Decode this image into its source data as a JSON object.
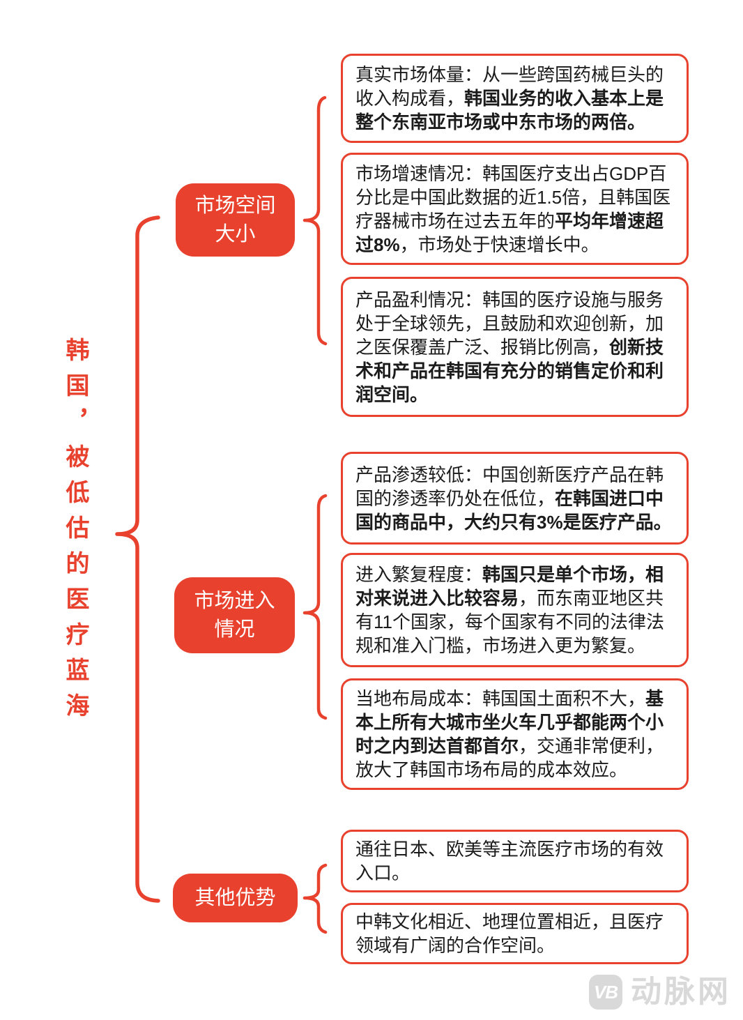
{
  "title": {
    "text": "韩国，被低估的医疗蓝海"
  },
  "colors": {
    "accent_red": "#E8422E",
    "text_dark": "#1B1B1B",
    "node_text": "#FFFFFF",
    "watermark_gray": "#D9D9D9"
  },
  "branches": [
    {
      "node_label": "市场空间\n大小",
      "boxes": [
        {
          "segments": [
            {
              "text": "真实市场体量：从一些跨国药械巨头的收入构成看，",
              "bold": false
            },
            {
              "text": "韩国业务的收入基本上是整个东南亚市场或中东市场的两倍。",
              "bold": true
            }
          ]
        },
        {
          "segments": [
            {
              "text": "市场增速情况：韩国医疗支出占GDP百分比是中国此数据的近1.5倍，且韩国医疗器械市场在过去五年的",
              "bold": false
            },
            {
              "text": "平均年增速超过8%",
              "bold": true
            },
            {
              "text": "，市场处于快速增长中。",
              "bold": false
            }
          ]
        },
        {
          "segments": [
            {
              "text": "产品盈利情况：韩国的医疗设施与服务处于全球领先，且鼓励和欢迎创新，加之医保覆盖广泛、报销比例高，",
              "bold": false
            },
            {
              "text": "创新技术和产品在韩国有充分的销售定价和利润空间。",
              "bold": true
            }
          ]
        }
      ]
    },
    {
      "node_label": "市场进入\n情况",
      "boxes": [
        {
          "segments": [
            {
              "text": "产品渗透较低：中国创新医疗产品在韩国的渗透率仍处在低位，",
              "bold": false
            },
            {
              "text": "在韩国进口中国的商品中，大约只有3%是医疗产品。",
              "bold": true
            }
          ]
        },
        {
          "segments": [
            {
              "text": "进入繁复程度：",
              "bold": false
            },
            {
              "text": "韩国只是单个市场，相对来说进入比较容易",
              "bold": true
            },
            {
              "text": "，而东南亚地区共有11个国家，每个国家有不同的法律法规和准入门槛，市场进入更为繁复。",
              "bold": false
            }
          ]
        },
        {
          "segments": [
            {
              "text": "当地布局成本：韩国国土面积不大，",
              "bold": false
            },
            {
              "text": "基本上所有大城市坐火车几乎都能两个小时之内到达首都首尔",
              "bold": true
            },
            {
              "text": "，交通非常便利，放大了韩国市场布局的成本效应。",
              "bold": false
            }
          ]
        }
      ]
    },
    {
      "node_label": "其他优势",
      "boxes": [
        {
          "segments": [
            {
              "text": "通往日本、欧美等主流医疗市场的有效入口。",
              "bold": false
            }
          ]
        },
        {
          "segments": [
            {
              "text": "中韩文化相近、地理位置相近，且医疗领域有广阔的合作空间。",
              "bold": false
            }
          ]
        }
      ]
    }
  ],
  "watermark": {
    "logo_text": "VB",
    "brand": "动脉网"
  }
}
